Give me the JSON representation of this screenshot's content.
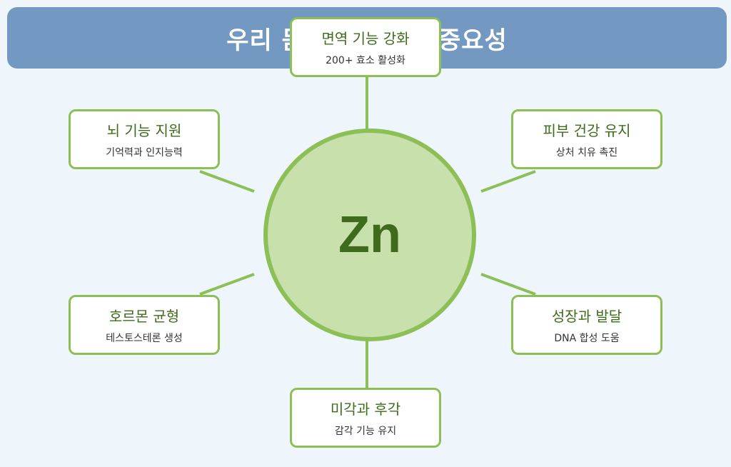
{
  "header": {
    "title": "우리 몸에서 아연의 중요성"
  },
  "hub": {
    "symbol": "Zn"
  },
  "colors": {
    "banner": "#7399c3",
    "accent": "#8dbf57",
    "hub_fill": "#c8e0ab",
    "text_green": "#3e6b1c"
  },
  "cards": [
    {
      "title": "면역 기능 강화",
      "subtitle": "200+ 효소 활성화"
    },
    {
      "title": "뇌 기능 지원",
      "subtitle": "기억력과 인지능력"
    },
    {
      "title": "피부 건강 유지",
      "subtitle": "상처 치유 촉진"
    },
    {
      "title": "호르몬 균형",
      "subtitle": "테스토스테론 생성"
    },
    {
      "title": "성장과 발달",
      "subtitle": "DNA 합성 도움"
    },
    {
      "title": "미각과 후각",
      "subtitle": "감각 기능 유지"
    }
  ]
}
